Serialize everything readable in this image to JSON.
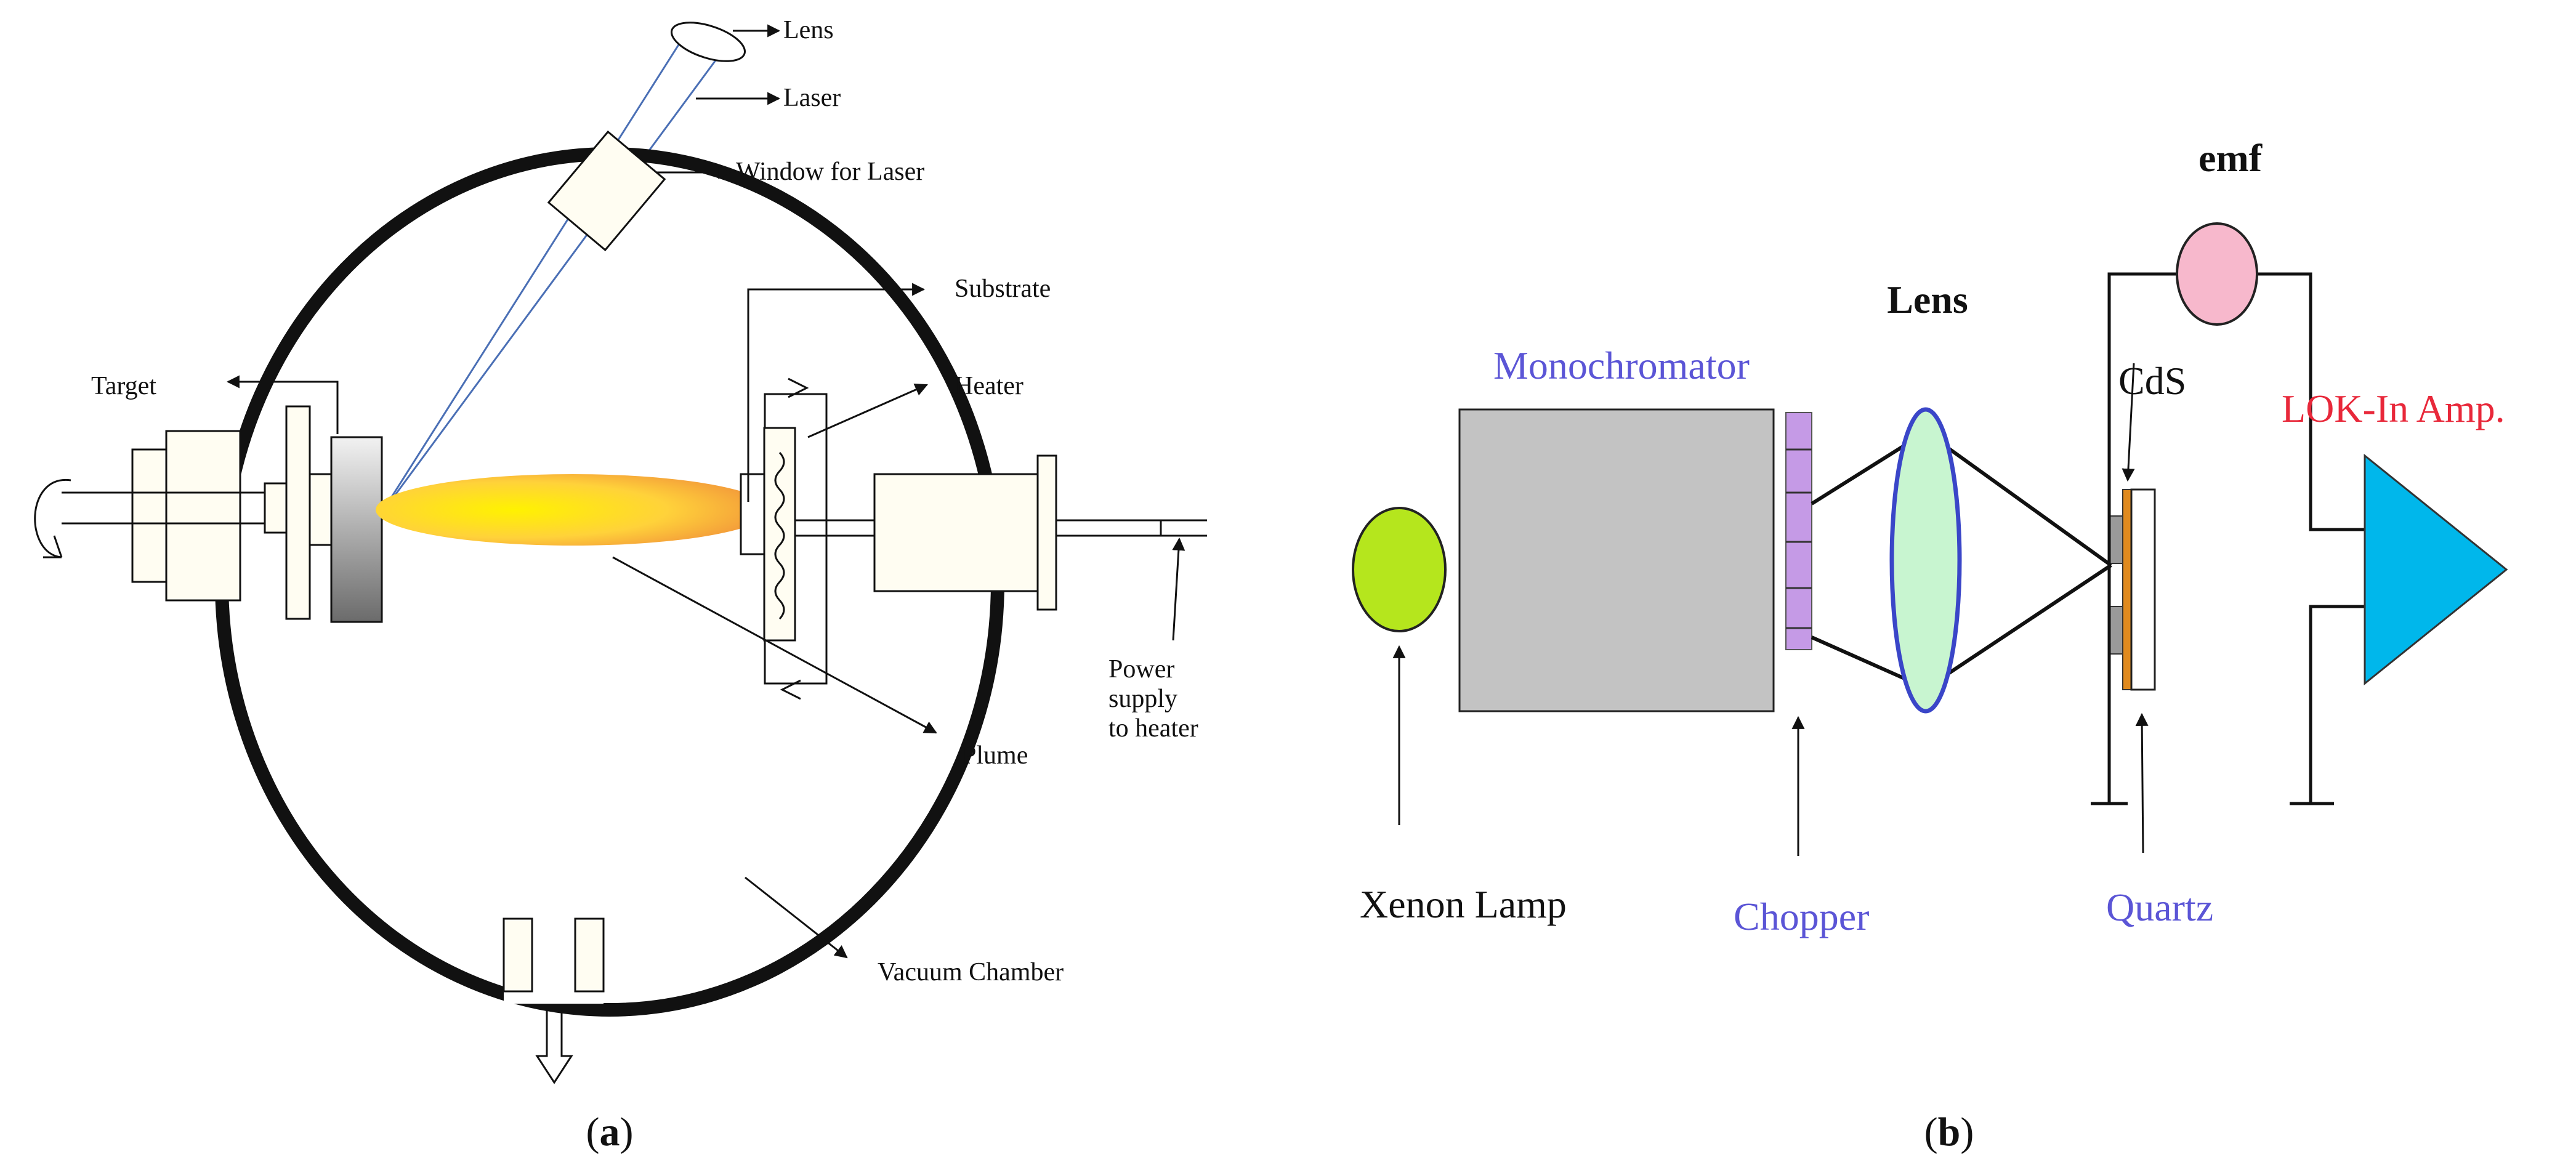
{
  "panel_a": {
    "caption_letter": "a",
    "labels": {
      "lens": "Lens",
      "laser": "Laser",
      "window": "Window for Laser",
      "substrate": "Substrate",
      "heater": "Heater",
      "target": "Target",
      "power_line1": "Power",
      "power_line2": "supply",
      "power_line3": "to heater",
      "plume": "Plume",
      "vacuum": "Vacuum Chamber"
    }
  },
  "panel_b": {
    "caption_letter": "b",
    "labels": {
      "emf": "emf",
      "lens": "Lens",
      "monochromator": "Monochromator",
      "cds": "CdS",
      "lock_in": "LOK-In Amp.",
      "xenon": "Xenon Lamp",
      "chopper": "Chopper",
      "quartz": "Quartz"
    }
  },
  "colors": {
    "chamber": "#111111",
    "plume_core": "#fff200",
    "plume_edge": "#f39a3a",
    "xenon_lamp": "#b5e61d",
    "monochromator": "#c3c3c3",
    "chopper": "#c59ae6",
    "lens_fill": "#c8f5d0",
    "lens_edge": "#3a46c8",
    "emf_fill": "#f7b8cc",
    "cds_fill": "#e08a1e",
    "amplifier": "#00b7eb",
    "blue_label": "#5b55d6",
    "red_label": "#e8283a"
  },
  "icons": {
    "rotation": "rotation-arrow-icon",
    "pump_out": "down-arrow-icon"
  }
}
